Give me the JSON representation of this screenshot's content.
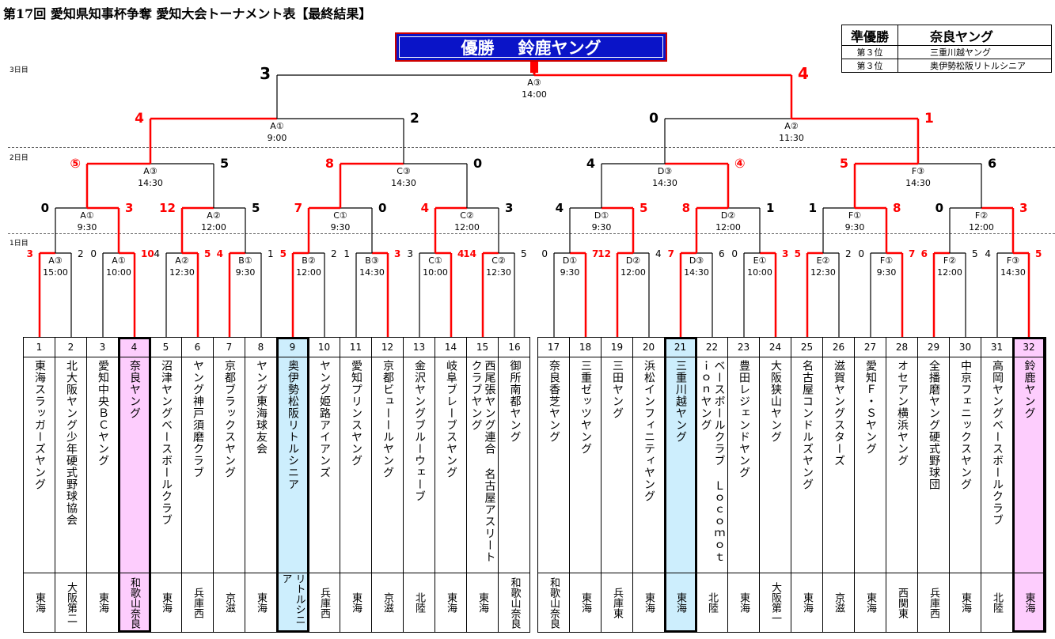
{
  "title": "第17回 愛知県知事杯争奪 愛知大会トーナメント表【最終結果】",
  "champion": {
    "label": "優勝",
    "team": "鈴鹿ヤング"
  },
  "results": [
    {
      "place": "準優勝",
      "team": "奈良ヤング"
    },
    {
      "place": "第３位",
      "team": "三重川越ヤング"
    },
    {
      "place": "第３位",
      "team": "奥伊勢松阪リトルシニア"
    }
  ],
  "day_labels": [
    "3日目",
    "2日目",
    "1日目"
  ],
  "colors": {
    "winner_line": "#ff0000",
    "loser_line": "#000000",
    "banner": "#0a14c8",
    "highlight_pink": "#fdcdfd",
    "highlight_blue": "#cdeefd"
  },
  "teams": [
    {
      "no": "1",
      "name": "東海スラッガーズヤング",
      "region": "東海"
    },
    {
      "no": "2",
      "name": "北大阪ヤング少年硬式野球協会",
      "region": "大阪第二"
    },
    {
      "no": "3",
      "name": "愛知中央ＢＣヤング",
      "region": "東海"
    },
    {
      "no": "4",
      "name": "奈良ヤング",
      "region": "和歌山奈良",
      "highlight": "pink"
    },
    {
      "no": "5",
      "name": "沼津ヤングベースボールクラブ",
      "region": "東海"
    },
    {
      "no": "6",
      "name": "ヤング神戸須磨クラブ",
      "region": "兵庫西"
    },
    {
      "no": "7",
      "name": "京都ブラックスヤング",
      "region": "京滋"
    },
    {
      "no": "8",
      "name": "ヤング東海球友会",
      "region": "東海"
    },
    {
      "no": "9",
      "name": "奥伊勢松阪リトルシニア",
      "region": "リトルシニア",
      "highlight": "blue"
    },
    {
      "no": "10",
      "name": "ヤング姫路アイアンズ",
      "region": "兵庫西"
    },
    {
      "no": "11",
      "name": "愛知プリンスヤング",
      "region": "東海"
    },
    {
      "no": "12",
      "name": "京都ビューールヤング",
      "region": "京滋"
    },
    {
      "no": "13",
      "name": "金沢ヤングブルーウェーブ",
      "region": "北陸"
    },
    {
      "no": "14",
      "name": "岐阜ブレーブスヤング",
      "region": "東海"
    },
    {
      "no": "15",
      "name": "西尾張ヤング連合 名古屋アスリートクラブヤング",
      "region": "東海"
    },
    {
      "no": "16",
      "name": "御所南都ヤング",
      "region": "和歌山奈良"
    },
    {
      "no": "17",
      "name": "奈良香芝ヤング",
      "region": "和歌山奈良"
    },
    {
      "no": "18",
      "name": "三重ゼッツヤング",
      "region": "東海"
    },
    {
      "no": "19",
      "name": "三田ヤング",
      "region": "兵庫東"
    },
    {
      "no": "20",
      "name": "浜松インフィニティヤング",
      "region": "東海"
    },
    {
      "no": "21",
      "name": "三重川越ヤング",
      "region": "東海",
      "highlight": "blue"
    },
    {
      "no": "22",
      "name": "ベースボールクラブ Ｌｏｃｏｍｏｔｉｏｎヤング",
      "region": "北陸"
    },
    {
      "no": "23",
      "name": "豊田レジェンドヤング",
      "region": "東海"
    },
    {
      "no": "24",
      "name": "大阪狭山ヤング",
      "region": "大阪第一"
    },
    {
      "no": "25",
      "name": "名古屋コンドルズヤング",
      "region": "東海"
    },
    {
      "no": "26",
      "name": "滋賀ヤングスターズ",
      "region": "京滋"
    },
    {
      "no": "27",
      "name": "愛知Ｆ・Ｓヤング",
      "region": "東海"
    },
    {
      "no": "28",
      "name": "オセアン横浜ヤング",
      "region": "西関東"
    },
    {
      "no": "29",
      "name": "全播磨ヤング硬式野球団",
      "region": "兵庫西"
    },
    {
      "no": "30",
      "name": "中京フェニックスヤング",
      "region": "東海"
    },
    {
      "no": "31",
      "name": "高岡ヤングベースボールクラブ",
      "region": "北陸"
    },
    {
      "no": "32",
      "name": "鈴鹿ヤング",
      "region": "東海",
      "highlight": "pink"
    }
  ],
  "rounds": {
    "r1": [
      {
        "code": "A③",
        "time": "15:00",
        "s": [
          "3",
          "2"
        ],
        "w": 0
      },
      {
        "code": "A①",
        "time": "10:00",
        "s": [
          "0",
          "10"
        ],
        "w": 1
      },
      {
        "code": "A②",
        "time": "12:30",
        "s": [
          "4",
          "5"
        ],
        "w": 1
      },
      {
        "code": "B①",
        "time": "9:30",
        "s": [
          "4",
          "1"
        ],
        "w": 0
      },
      {
        "code": "B②",
        "time": "12:00",
        "s": [
          "5",
          "2"
        ],
        "w": 0
      },
      {
        "code": "B③",
        "time": "14:30",
        "s": [
          "1",
          "3"
        ],
        "w": 1
      },
      {
        "code": "C①",
        "time": "10:00",
        "s": [
          "3",
          "4"
        ],
        "w": 1
      },
      {
        "code": "C②",
        "time": "12:30",
        "s": [
          "14",
          "5"
        ],
        "w": 0
      },
      {
        "code": "D①",
        "time": "9:30",
        "s": [
          "0",
          "7"
        ],
        "w": 1
      },
      {
        "code": "D②",
        "time": "12:00",
        "s": [
          "12",
          "4"
        ],
        "w": 0
      },
      {
        "code": "D③",
        "time": "14:30",
        "s": [
          "7",
          "6"
        ],
        "w": 0
      },
      {
        "code": "E①",
        "time": "10:00",
        "s": [
          "0",
          "3"
        ],
        "w": 1
      },
      {
        "code": "E②",
        "time": "12:30",
        "s": [
          "5",
          "2"
        ],
        "w": 0
      },
      {
        "code": "F①",
        "time": "9:30",
        "s": [
          "0",
          "7"
        ],
        "w": 1
      },
      {
        "code": "F②",
        "time": "12:00",
        "s": [
          "6",
          "5"
        ],
        "w": 0
      },
      {
        "code": "F③",
        "time": "14:30",
        "s": [
          "4",
          "5"
        ],
        "w": 1
      }
    ],
    "r2": [
      {
        "code": "A①",
        "time": "9:30",
        "s": [
          "0",
          "3"
        ],
        "w": 1
      },
      {
        "code": "A②",
        "time": "12:00",
        "s": [
          "12",
          "5"
        ],
        "w": 0
      },
      {
        "code": "C①",
        "time": "9:30",
        "s": [
          "7",
          "0"
        ],
        "w": 0
      },
      {
        "code": "C②",
        "time": "12:00",
        "s": [
          "4",
          "3"
        ],
        "w": 0
      },
      {
        "code": "D①",
        "time": "9:30",
        "s": [
          "4",
          "5"
        ],
        "w": 1
      },
      {
        "code": "D②",
        "time": "12:00",
        "s": [
          "8",
          "1"
        ],
        "w": 0
      },
      {
        "code": "F①",
        "time": "9:30",
        "s": [
          "1",
          "8"
        ],
        "w": 1
      },
      {
        "code": "F②",
        "time": "12:00",
        "s": [
          "0",
          "3"
        ],
        "w": 1
      }
    ],
    "r3": [
      {
        "code": "A③",
        "time": "14:30",
        "s": [
          "⑤",
          "5"
        ],
        "w": 0
      },
      {
        "code": "C③",
        "time": "14:30",
        "s": [
          "8",
          "0"
        ],
        "w": 0
      },
      {
        "code": "D③",
        "time": "14:30",
        "s": [
          "4",
          "④"
        ],
        "w": 1
      },
      {
        "code": "F③",
        "time": "14:30",
        "s": [
          "5",
          "6"
        ],
        "w": 0
      }
    ],
    "r4": [
      {
        "code": "A①",
        "time": "9:00",
        "s": [
          "4",
          "2"
        ],
        "w": 0
      },
      {
        "code": "A②",
        "time": "11:30",
        "s": [
          "0",
          "1"
        ],
        "w": 1
      }
    ],
    "r5": [
      {
        "code": "A③",
        "time": "14:00",
        "s": [
          "3",
          "4"
        ],
        "w": 1
      }
    ]
  }
}
